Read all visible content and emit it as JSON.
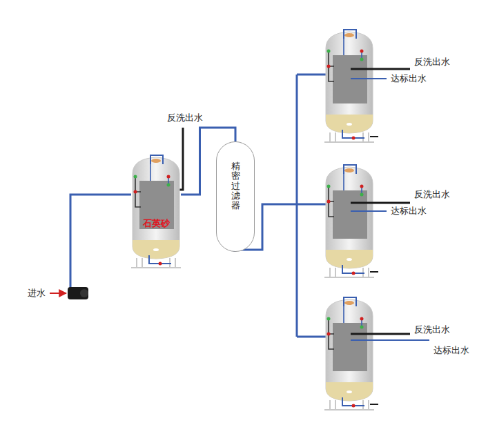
{
  "diagram": {
    "nodes": [
      {
        "text": [
          "石英砂"
        ]
      },
      {
        "text": [
          "精密过滤器"
        ]
      }
    ],
    "edges": [
      {
        "from": 0,
        "to": 1,
        "arrow": "none"
      }
    ],
    "labels": [
      "反洗出水",
      "达标出水",
      "反洗出水",
      "反洗出水",
      "达标出水",
      "进水",
      "反洗出水",
      "达标出水"
    ]
  }
}
